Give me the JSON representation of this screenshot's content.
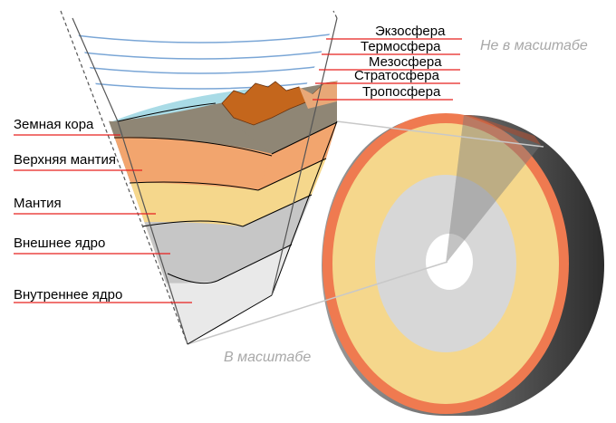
{
  "notes": {
    "not_to_scale": "Не в масштабе",
    "to_scale": "В масштабе"
  },
  "atmosphere_labels": {
    "exosphere": "Экзосфера",
    "thermosphere": "Термосфера",
    "mesosphere": "Мезосфера",
    "stratosphere": "Стратосфера",
    "troposphere": "Тропосфера"
  },
  "layer_labels": {
    "crust": "Земная кора",
    "upper_mantle": "Верхняя мантия",
    "mantle": "Мантия",
    "outer_core": "Внешнее ядро",
    "inner_core": "Внутреннее ядро"
  },
  "colors": {
    "leader_line": "#e8201f",
    "crust": "#8f8675",
    "upper_mantle": "#f2a56e",
    "mantle": "#f5d78c",
    "outer_core": "#c6c6c6",
    "inner_core": "#e9e9e9",
    "ocean": "#a9dbe6",
    "rock": "#c4661c",
    "sphere_shell": "#ef7a50"
  }
}
